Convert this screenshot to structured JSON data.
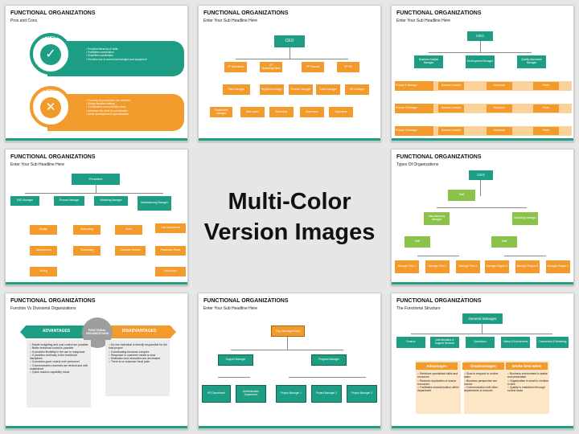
{
  "center_caption": {
    "line1": "Multi-Color",
    "line2": "Version Images"
  },
  "colors": {
    "teal": "#1d9e84",
    "orange": "#f39a2d",
    "light_orange": "#fbd29a",
    "green": "#8bc34a"
  },
  "slides": {
    "s1": {
      "title": "FUNCTIONAL ORGANIZATIONS",
      "subtitle": "Pros and Cons",
      "pros_label": "PROS",
      "cons_label": "CONS",
      "pros": [
        "Provides hierarchy of skills",
        "Facilitates coordination",
        "Simplifies coordination",
        "Provides use of current technologies and equipment"
      ],
      "cons": [
        "Focusing on production over activities",
        "Delays decision making",
        "Complicates communication lines",
        "Increases the need for coordination",
        "Limits development to specialization"
      ]
    },
    "s2": {
      "title": "FUNCTIONAL ORGANIZATIONS",
      "subtitle": "Enter Your Sub Headline Here",
      "ceo": "CEO",
      "vps": [
        "VP Operations",
        "VP Marketing/Sales",
        "VP Finance",
        "VP HR"
      ],
      "managers": [
        "Plant manager",
        "Regional manager",
        "Finance manager",
        "Sales manager",
        "HR manager"
      ],
      "staff": [
        "Department manager",
        "Item owner",
        "Supervisor",
        "Supervisor",
        "Supervisor"
      ]
    },
    "s3": {
      "title": "FUNCTIONAL ORGANIZATIONS",
      "subtitle": "Enter Your Sub Headline Here",
      "ceo": "CEO",
      "heads": [
        "Business Analyst Manager",
        "Development Manager",
        "Quality Assurance Manager"
      ],
      "rows": [
        {
          "label": "Product 1 Manager",
          "cells": [
            "Business Analyst",
            "Developer",
            "Tester"
          ]
        },
        {
          "label": "Product 2 Manager",
          "cells": [
            "Business Analyst",
            "Developer",
            "Tester"
          ]
        },
        {
          "label": "Product 3 Manager",
          "cells": [
            "Business Analyst",
            "Developer",
            "Tester"
          ]
        }
      ]
    },
    "s4": {
      "title": "FUNCTIONAL ORGANIZATIONS",
      "subtitle": "Enter Your Sub Headline Here",
      "top": "President",
      "heads": [
        "R&D Manager",
        "Finance Manager",
        "Marketing Manager",
        "Manufacturing Manager"
      ],
      "c1": [
        "Design",
        "Development",
        "Testing"
      ],
      "c2": [
        "Accounting",
        "Purchasing"
      ],
      "c3": [
        "Sales",
        "Customer Service"
      ],
      "c4": [
        "Unit Department",
        "Production Room",
        "Distribution"
      ]
    },
    "s5": {
      "title": "FUNCTIONAL ORGANIZATIONS",
      "subtitle": "Types Of Organizations",
      "ceo": "CEO",
      "staff": "Staff",
      "mgr_left": "Manufacturing Manager",
      "mgr_right": "Marketing Manager",
      "staff_left": "Staff",
      "staff_right": "Staff",
      "leaves": [
        "Manager Plan 1",
        "Manager Plan 2",
        "Manager Plan 3",
        "Manager Region A",
        "Manager Region B",
        "Manager Region C"
      ]
    },
    "s6": {
      "title": "FUNCTIONAL ORGANIZATIONS",
      "subtitle": "Function Vs Divisional Organizations",
      "adv_label": "ADVANTAGES",
      "center_label": "FUNCTIONAL ORGANIZATIONS",
      "dis_label": "DISADVANTAGES",
      "adv": [
        "Easier budgeting and cost control are possible",
        "Better technical control is possible",
        "It provides flexibility in the use to manpower",
        "It provides continuity in the functional disciplines",
        "It provides good control over personnel",
        "Communication channels are vertical and well established",
        "Quick reaction capability exists"
      ],
      "dis": [
        "No one individual is directly responsible for the total project",
        "Coordinating becomes complex",
        "Response to customer needs is slow",
        "Motivation and innovation are decreased",
        "There is no customer focal point"
      ]
    },
    "s7": {
      "title": "FUNCTIONAL ORGANIZATIONS",
      "subtitle": "Enter Your Sub Headline Here",
      "top": "Top Management",
      "left_mgr": "Support Manager",
      "right_mgr": "Program Manager",
      "leaves": [
        "HR Department",
        "Administrative Department",
        "Project Manager 1",
        "Project Manager 2",
        "Project Manager 3"
      ]
    },
    "s8": {
      "title": "FUNCTIONAL ORGANIZATIONS",
      "subtitle": "The Functional Structure",
      "gm": "General Manager",
      "depts": [
        "Finance",
        "Administrative & Support Services",
        "Operations",
        "Safety & Environment",
        "Commercial & Marketing"
      ],
      "col_heads": [
        "Advantages",
        "Disadvantages",
        "Works best when"
      ],
      "col1": [
        "Reinforce specialized skills and resources",
        "Reduces duplication of scarce resources",
        "Facilitates communication within department"
      ],
      "col2": [
        "Slow to respond to routine tasks",
        "Business perspective are narrow",
        "Communication with other departments is reduced"
      ],
      "col3": [
        "Business environment is stable and predictable",
        "Organization is small to medium in size",
        "Quality is maintained through routine tasks"
      ]
    }
  }
}
